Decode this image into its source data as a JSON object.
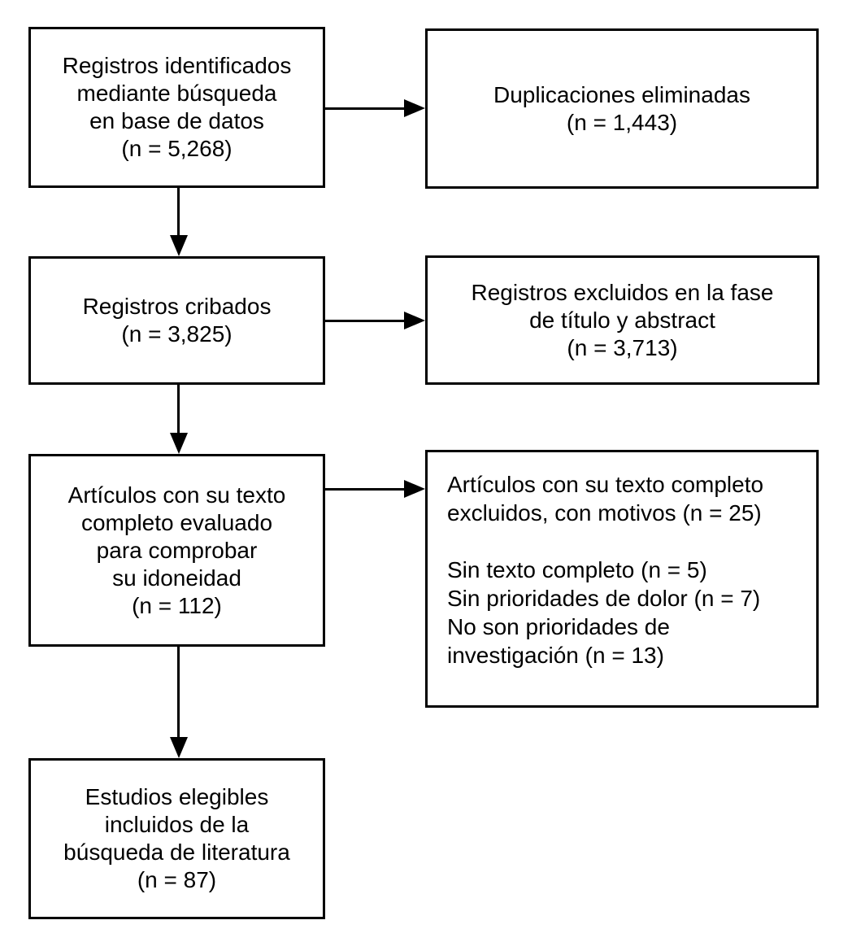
{
  "diagram": {
    "kind": "literature-review-flowchart",
    "colors": {
      "border": "#000000",
      "background": "#ffffff",
      "text": "#000000"
    },
    "boxes": {
      "identified": {
        "lines": [
          "Registros identificados",
          "mediante búsqueda",
          "en base de datos",
          "(n = 5,268)"
        ],
        "count": "5,268"
      },
      "duplicates": {
        "lines": [
          "Duplicaciones eliminadas",
          "(n = 1,443)"
        ],
        "count": "1,443"
      },
      "screened": {
        "lines": [
          "Registros cribados",
          "(n = 3,825)"
        ],
        "count": "3,825"
      },
      "excluded_title": {
        "lines": [
          "Registros excluidos en la fase",
          "de título y abstract",
          "(n = 3,713)"
        ],
        "count": "3,713"
      },
      "fulltext": {
        "lines": [
          "Artículos con su texto",
          "completo evaluado",
          "para comprobar",
          "su idoneidad",
          "(n = 112)"
        ],
        "count": "112"
      },
      "fulltext_excluded": {
        "lines": [
          "Artículos con su texto completo",
          "excluidos, con motivos (n = 25)",
          "",
          "Sin texto completo (n = 5)",
          "Sin prioridades de dolor (n = 7)",
          "No son prioridades de",
          "investigación (n = 13)"
        ],
        "count": "25"
      },
      "included": {
        "lines": [
          "Estudios elegibles",
          "incluidos de la",
          "búsqueda de literatura",
          "(n = 87)"
        ],
        "count": "87"
      }
    }
  }
}
